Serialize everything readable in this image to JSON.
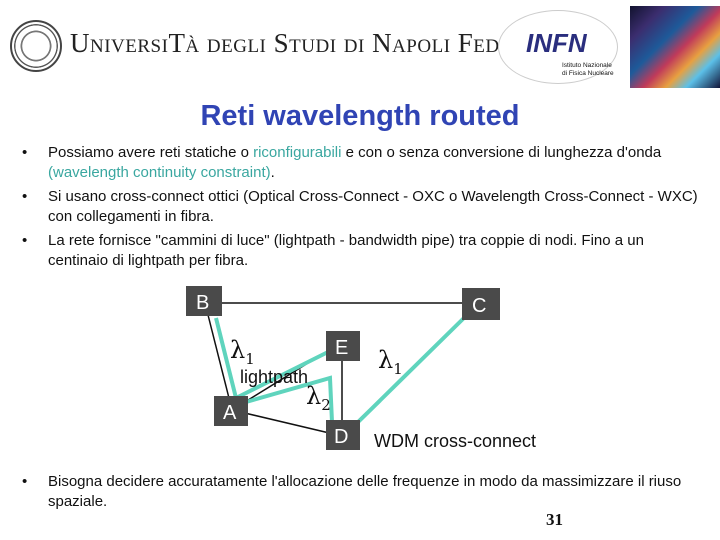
{
  "header": {
    "university": "UniversiTà degli Studi di Napoli Federico II",
    "infn": "INFN",
    "infn_subtitle_1": "Istituto Nazionale",
    "infn_subtitle_2": "di Fisica Nucleare"
  },
  "title": "Reti wavelength routed",
  "bullets": [
    {
      "text_a": "Possiamo avere reti statiche o ",
      "hl1": "riconfigurabili",
      "text_b": " e con o senza conversione di lunghezza d'onda ",
      "hl2": "(wavelength continuity constraint)",
      "text_c": "."
    },
    {
      "text": "Si usano cross-connect ottici (Optical Cross-Connect - OXC o Wavelength Cross-Connect - WXC) con collegamenti in fibra."
    },
    {
      "text": "La rete fornisce \"cammini di luce\" (lightpath - bandwidth pipe) tra coppie di nodi. Fino a un centinaio di lightpath per fibra."
    }
  ],
  "bullet_symbol": "•",
  "diagram": {
    "nodes": {
      "A": "A",
      "B": "B",
      "C": "C",
      "D": "D",
      "E": "E"
    },
    "lambda": "λ",
    "lambda1_sub": "1",
    "lambda2_sub": "2",
    "lightpath_label": "lightpath",
    "wdm_label": "WDM cross-connect",
    "colors": {
      "fiber": "#111111",
      "lightpath": "#5fd4bd",
      "node": "#4a4a4a"
    }
  },
  "bottom_bullet": "Bisogna decidere accuratamente l'allocazione delle frequenze in modo da massimizzare il riuso spaziale.",
  "page_number": "31"
}
